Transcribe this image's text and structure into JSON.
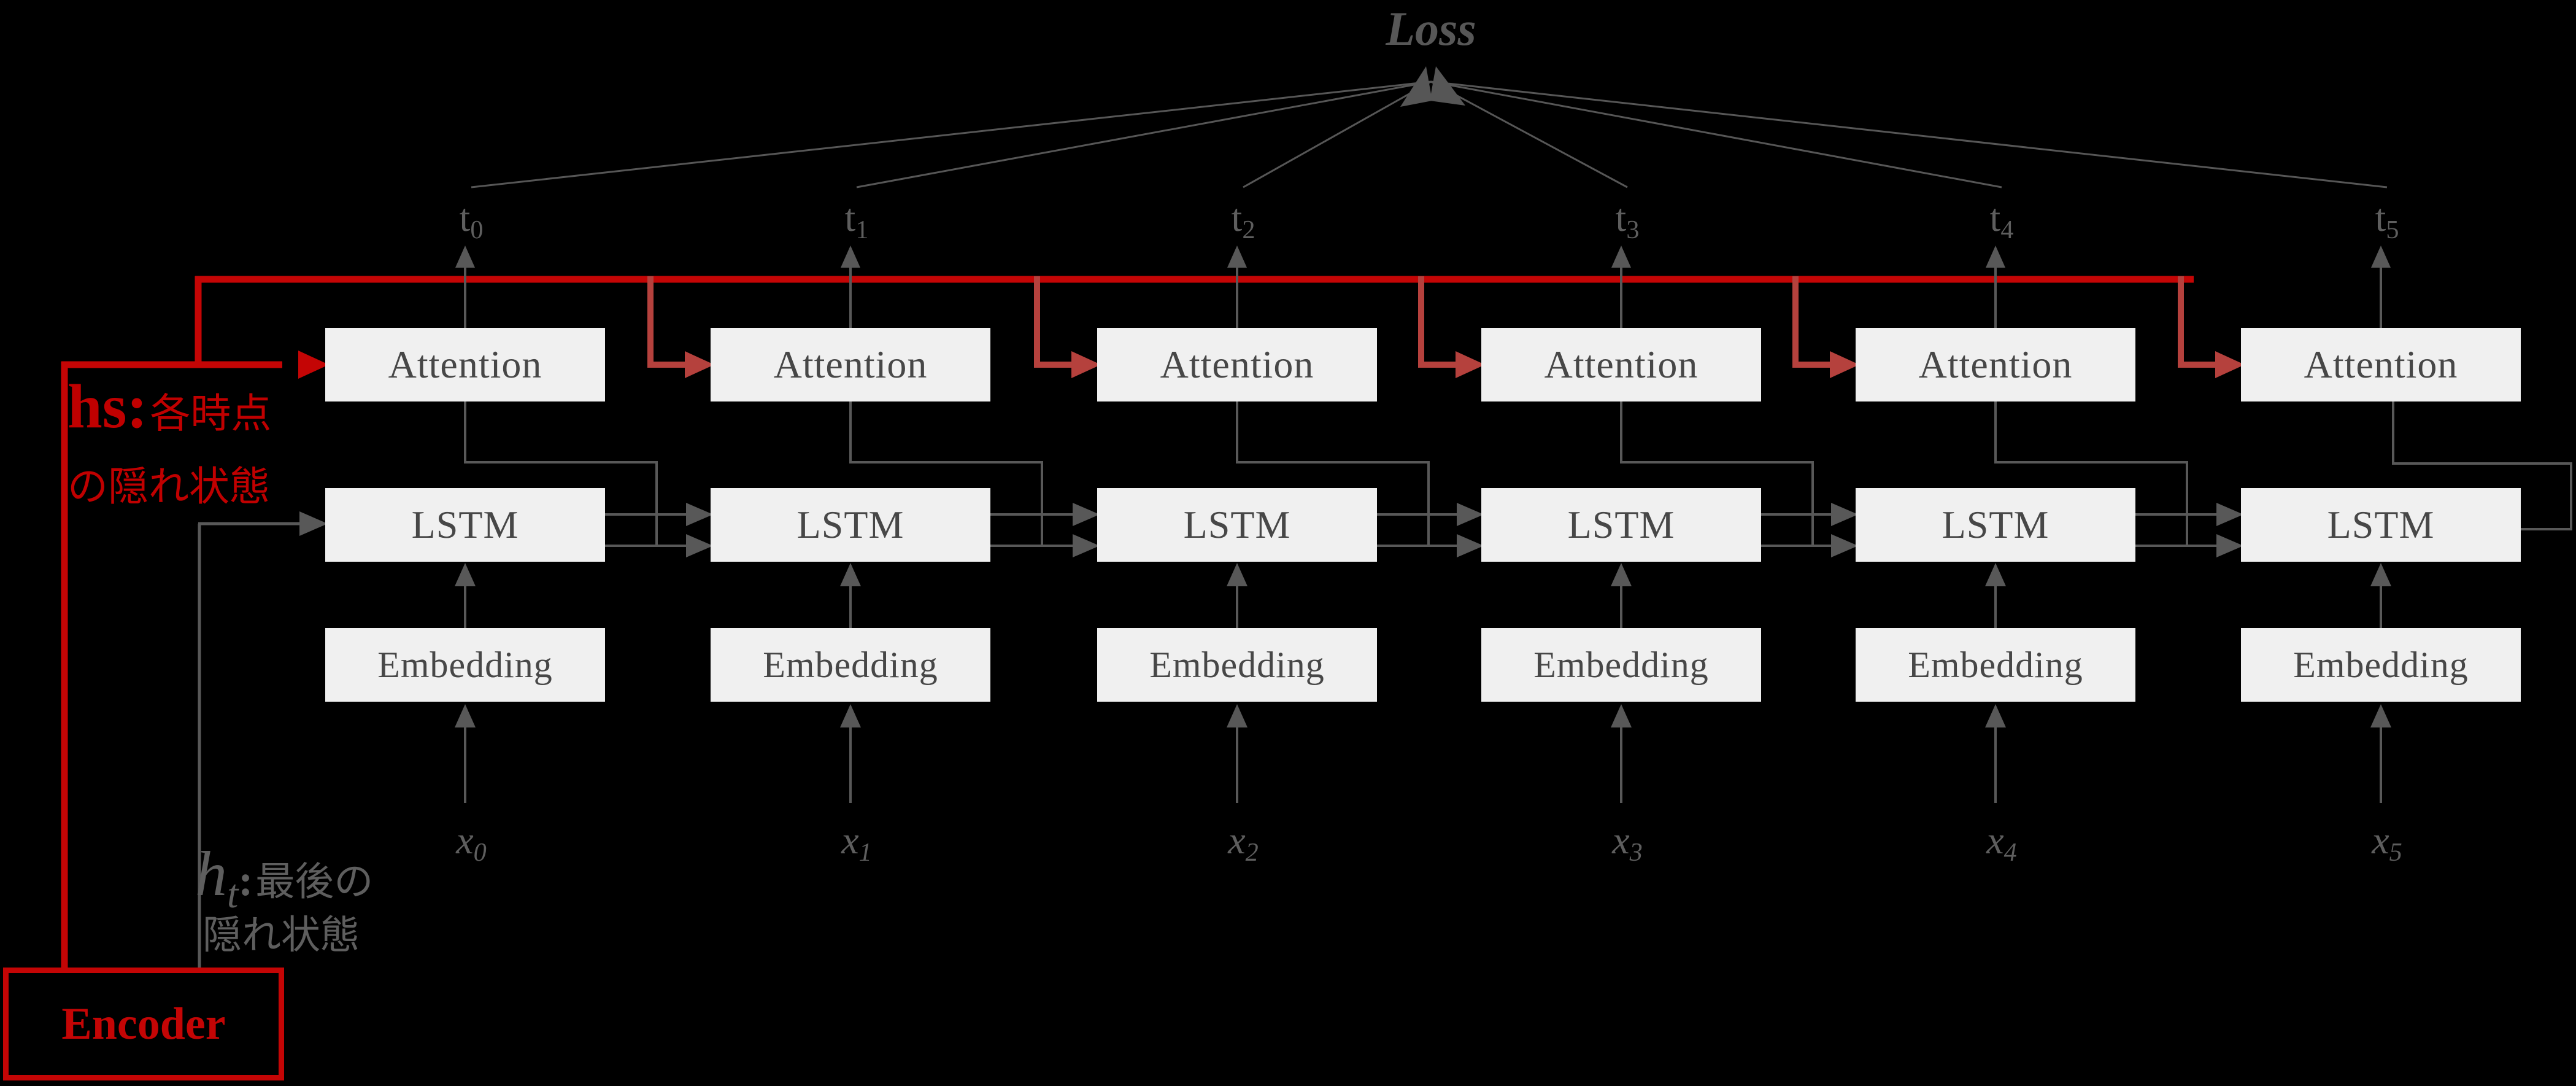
{
  "diagram": {
    "loss_label": "Loss",
    "t_base": "t",
    "x_base": "x",
    "t_subs": [
      "0",
      "1",
      "2",
      "3",
      "4",
      "5"
    ],
    "x_subs": [
      "0",
      "1",
      "2",
      "3",
      "4",
      "5"
    ],
    "box_labels": {
      "attention": "Attention",
      "lstm": "LSTM",
      "embedding": "Embedding"
    },
    "encoder_label": "Encoder",
    "annotations": {
      "hs_symbol": "hs:",
      "hs_text_line1": "各時点",
      "hs_text_line2": "の隠れ状態",
      "ht_symbol": "h",
      "ht_sub": "t",
      "ht_colon": ":",
      "ht_text_line1": "最後の",
      "ht_text_line2": "隠れ状態"
    },
    "colors": {
      "background": "#000000",
      "box_fill": "#f0f0f0",
      "box_text": "#474747",
      "gray_line": "#585858",
      "gray_text": "#5e5e5e",
      "loss_line": "#565656",
      "red_main": "#c40505",
      "red_arrow": "#b5413d",
      "red_text": "#c00000"
    }
  }
}
